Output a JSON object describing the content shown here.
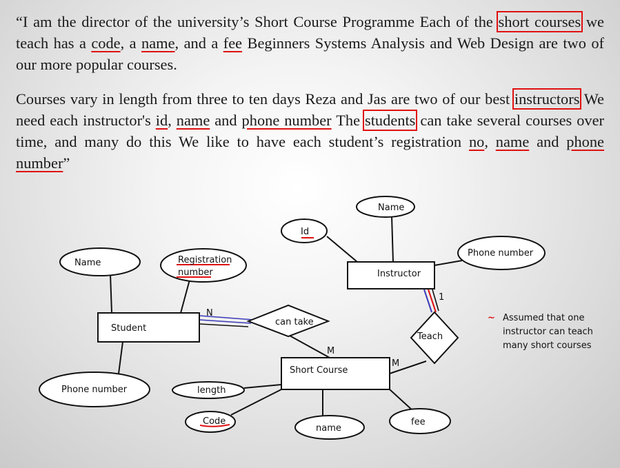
{
  "scenario": {
    "p1": {
      "t1": "“I am the director of the university’s Short Course Programme Each of the ",
      "short_courses": "short courses",
      "t2": " we teach has a ",
      "code": "code",
      "t3": ", a ",
      "name": "name",
      "t4": ", and a ",
      "fee": "fee",
      "t5": " Beginners Systems Analysis and Web Design are two of our more popular courses."
    },
    "p2": {
      "t1": "Courses vary in length from three to ten days Reza and Jas are two of our best ",
      "instructors": "instructors",
      "t2": " We need each instructor's ",
      "id": "id",
      "t3": ", ",
      "name": "name",
      "t4": " and ",
      "phone": "phone number",
      "t5": " The ",
      "students": "students",
      "t6": " can take several courses over time, and many do this We like to have each student’s registration ",
      "no": "no",
      "t7": ", ",
      "name2": "name",
      "t8": " and ",
      "phone2": "phone number",
      "t9": "”"
    }
  },
  "diagram": {
    "entities": {
      "student": "Student",
      "instructor": "Instructor",
      "short_course": "Short Course"
    },
    "relationships": {
      "can_take": "can take",
      "teach": "Teach"
    },
    "attributes": {
      "student_name": "Name",
      "registration_1": "Registration",
      "registration_2": "number",
      "student_phone": "Phone number",
      "instructor_id": "Id",
      "instructor_name": "Name",
      "instructor_phone": "Phone number",
      "length": "length",
      "code": "Code",
      "course_name": "name",
      "fee": "fee"
    },
    "cardinalities": {
      "student_can_take": "N",
      "course_can_take": "M",
      "instructor_teach": "1",
      "course_teach": "M"
    },
    "note": {
      "marker": "~",
      "line1": "Assumed that one",
      "line2": "instructor can teach",
      "line3": "many short courses"
    },
    "colors": {
      "highlight": "#e01010",
      "double_line": "#3a3ab8",
      "ink": "#111111"
    }
  }
}
